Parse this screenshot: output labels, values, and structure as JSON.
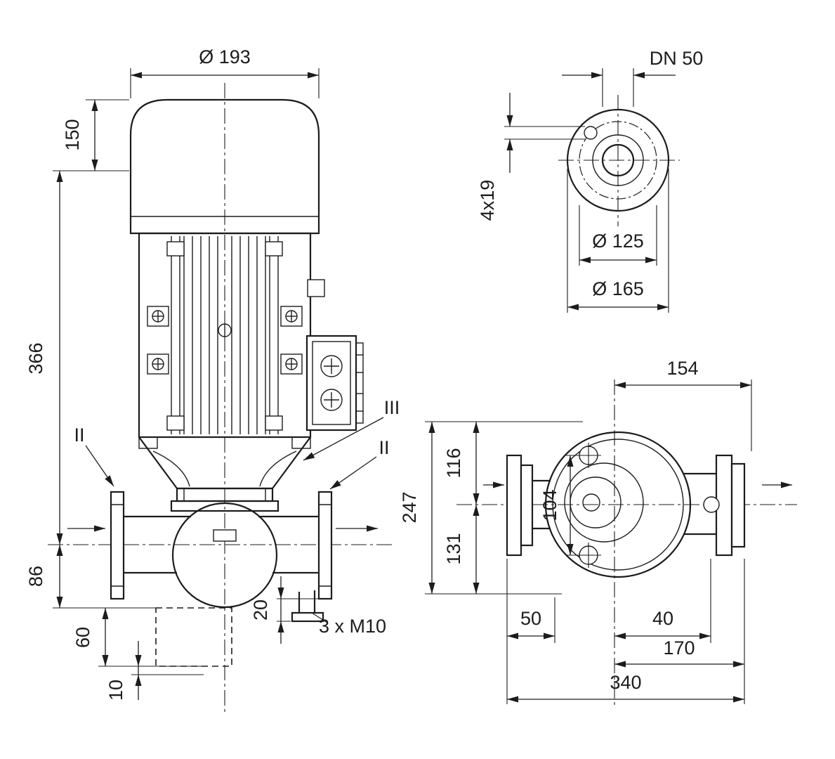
{
  "front_view": {
    "dims": {
      "diameter_top": "Ø 193",
      "cap_height": "150",
      "motor_height": "366",
      "port_height": "86",
      "base_height": "60",
      "base_offset": "10",
      "foot_plate": "20",
      "tap_label": "3 x M10"
    },
    "labels": {
      "section_left": "II",
      "section_right": "II",
      "section_top": "III"
    }
  },
  "flange_view": {
    "dims": {
      "nominal": "DN 50",
      "bolt_holes": "4x19",
      "bolt_circle": "Ø 125",
      "outer_diameter": "Ø 165"
    }
  },
  "volute_view": {
    "dims": {
      "center_to_flange": "154",
      "total_depth": "247",
      "upper_depth": "116",
      "lower_depth": "131",
      "port_spacing": "104",
      "offset_left": "50",
      "offset_right": "40",
      "center_to_face": "170",
      "overall_length": "340"
    }
  }
}
